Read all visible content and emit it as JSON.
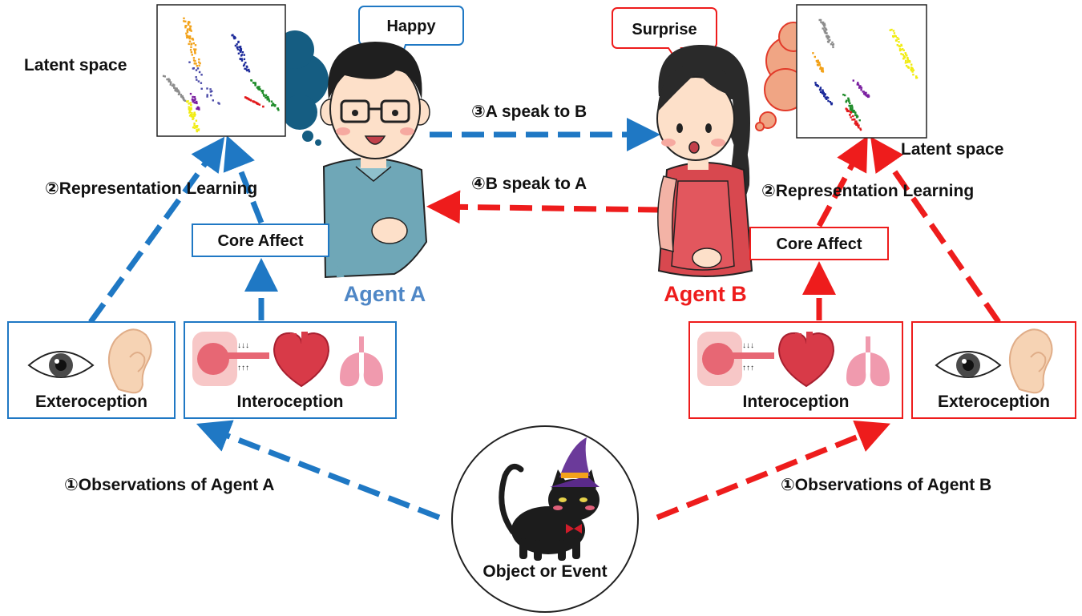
{
  "colors": {
    "agent_a": "#1f78c4",
    "agent_b": "#ee1c1c",
    "agent_a_label": "#4f87c6",
    "agent_b_label": "#ee1c1c",
    "text": "#111111"
  },
  "icons": [
    "latent-space-scatter-icon",
    "thought-cloud-icon",
    "speech-bubble-icon",
    "man-avatar-icon",
    "woman-avatar-icon",
    "eye-icon",
    "ear-icon",
    "stomach-icon",
    "heart-icon",
    "lungs-icon",
    "black-cat-witch-hat-icon"
  ],
  "agent_a": {
    "name": "Agent A",
    "emotion": "Happy",
    "latent_label": "Latent space",
    "core_affect": "Core Affect",
    "exteroception": "Exteroception",
    "interoception": "Interoception",
    "learning_label": "②Representation Learning",
    "observation_label": "①Observations of Agent A"
  },
  "agent_b": {
    "name": "Agent B",
    "emotion": "Surprise",
    "latent_label": "Latent space",
    "core_affect": "Core Affect",
    "exteroception": "Exteroception",
    "interoception": "Interoception",
    "learning_label": "②Representation Learning",
    "observation_label": "①Observations of Agent B"
  },
  "communication": {
    "a_to_b": "③A speak to B",
    "b_to_a": "④B speak to A"
  },
  "event": {
    "label": "Object or Event"
  }
}
